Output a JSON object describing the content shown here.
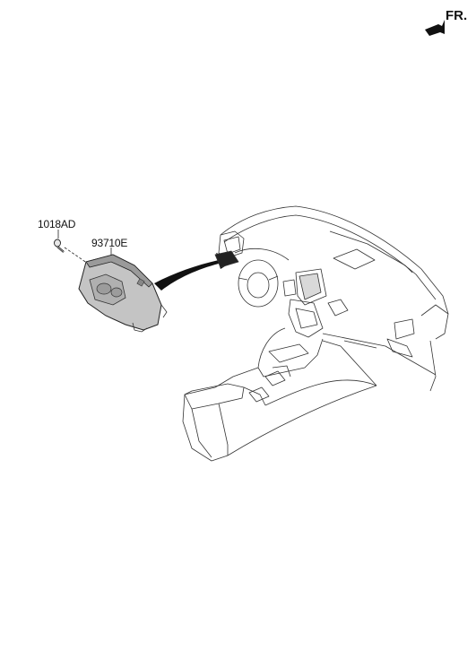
{
  "orientation": {
    "label": "FR.",
    "icon": "forward-arrow-icon"
  },
  "callouts": [
    {
      "part_number": "1018AD"
    },
    {
      "part_number": "93710E"
    }
  ],
  "colors": {
    "line": "#2a2a2a",
    "switch_fill": "#bdbdbd",
    "switch_shadow": "#8a8a8a",
    "arrow": "#111111"
  }
}
